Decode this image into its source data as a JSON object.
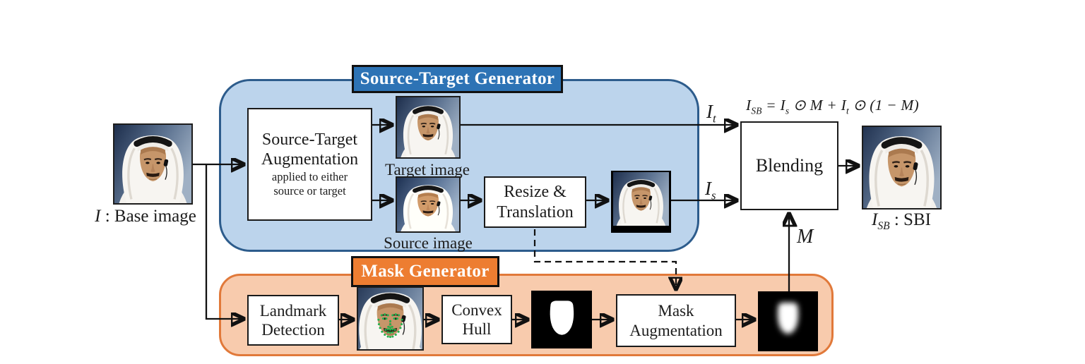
{
  "figure": {
    "base_caption": {
      "var": "I",
      "rest": " : Base image"
    },
    "stg": {
      "title": "Source-Target Generator",
      "aug_box": {
        "line1": "Source-Target",
        "line2": "Augmentation",
        "note_line1": "applied to either",
        "note_line2": "source or target"
      },
      "target_caption": "Target image",
      "source_caption": "Source image",
      "resize_box": {
        "line1": "Resize &",
        "line2": "Translation"
      }
    },
    "blend": {
      "label": "Blending",
      "formula": {
        "i1": "I",
        "sub1": "SB",
        "eq": " = ",
        "i2": "I",
        "sub2": "s",
        "odot1": " ⊙ ",
        "m1": "M",
        "plus": " + ",
        "i3": "I",
        "sub3": "t",
        "odot2": " ⊙ ",
        "tail": "(1 − M)"
      },
      "input_top": {
        "base": "I",
        "sub": "t"
      },
      "input_bottom": {
        "base": "I",
        "sub": "s"
      },
      "mask_input": "M"
    },
    "output_caption": {
      "base": "I",
      "sub": "SB",
      "rest": " : SBI"
    },
    "mask_gen": {
      "title": "Mask Generator",
      "landmark_box": {
        "line1": "Landmark",
        "line2": "Detection"
      },
      "convex_box": {
        "line1": "Convex",
        "line2": "Hull"
      },
      "aug_box": {
        "line1": "Mask",
        "line2": "Augmentation"
      }
    }
  },
  "colors": {
    "stg_fill": "#bcd4ec",
    "stg_border": "#2d5c8c",
    "stg_badge": "#2d73b5",
    "mask_fill": "#f8cbad",
    "mask_border": "#e1793a",
    "mask_badge": "#ed7d31",
    "box_border": "#1a1a1a",
    "arrow": "#111111",
    "text": "#1c1c1c",
    "landmark_green": "#23b14d"
  }
}
